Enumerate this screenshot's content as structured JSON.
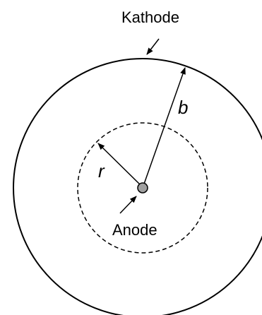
{
  "labels": {
    "cathode": "Kathode",
    "anode": "Anode",
    "outer_radius": "b",
    "inner_radius": "r"
  },
  "colors": {
    "stroke": "#000000",
    "anode_fill": "#a0a0a0",
    "background": "#ffffff"
  }
}
